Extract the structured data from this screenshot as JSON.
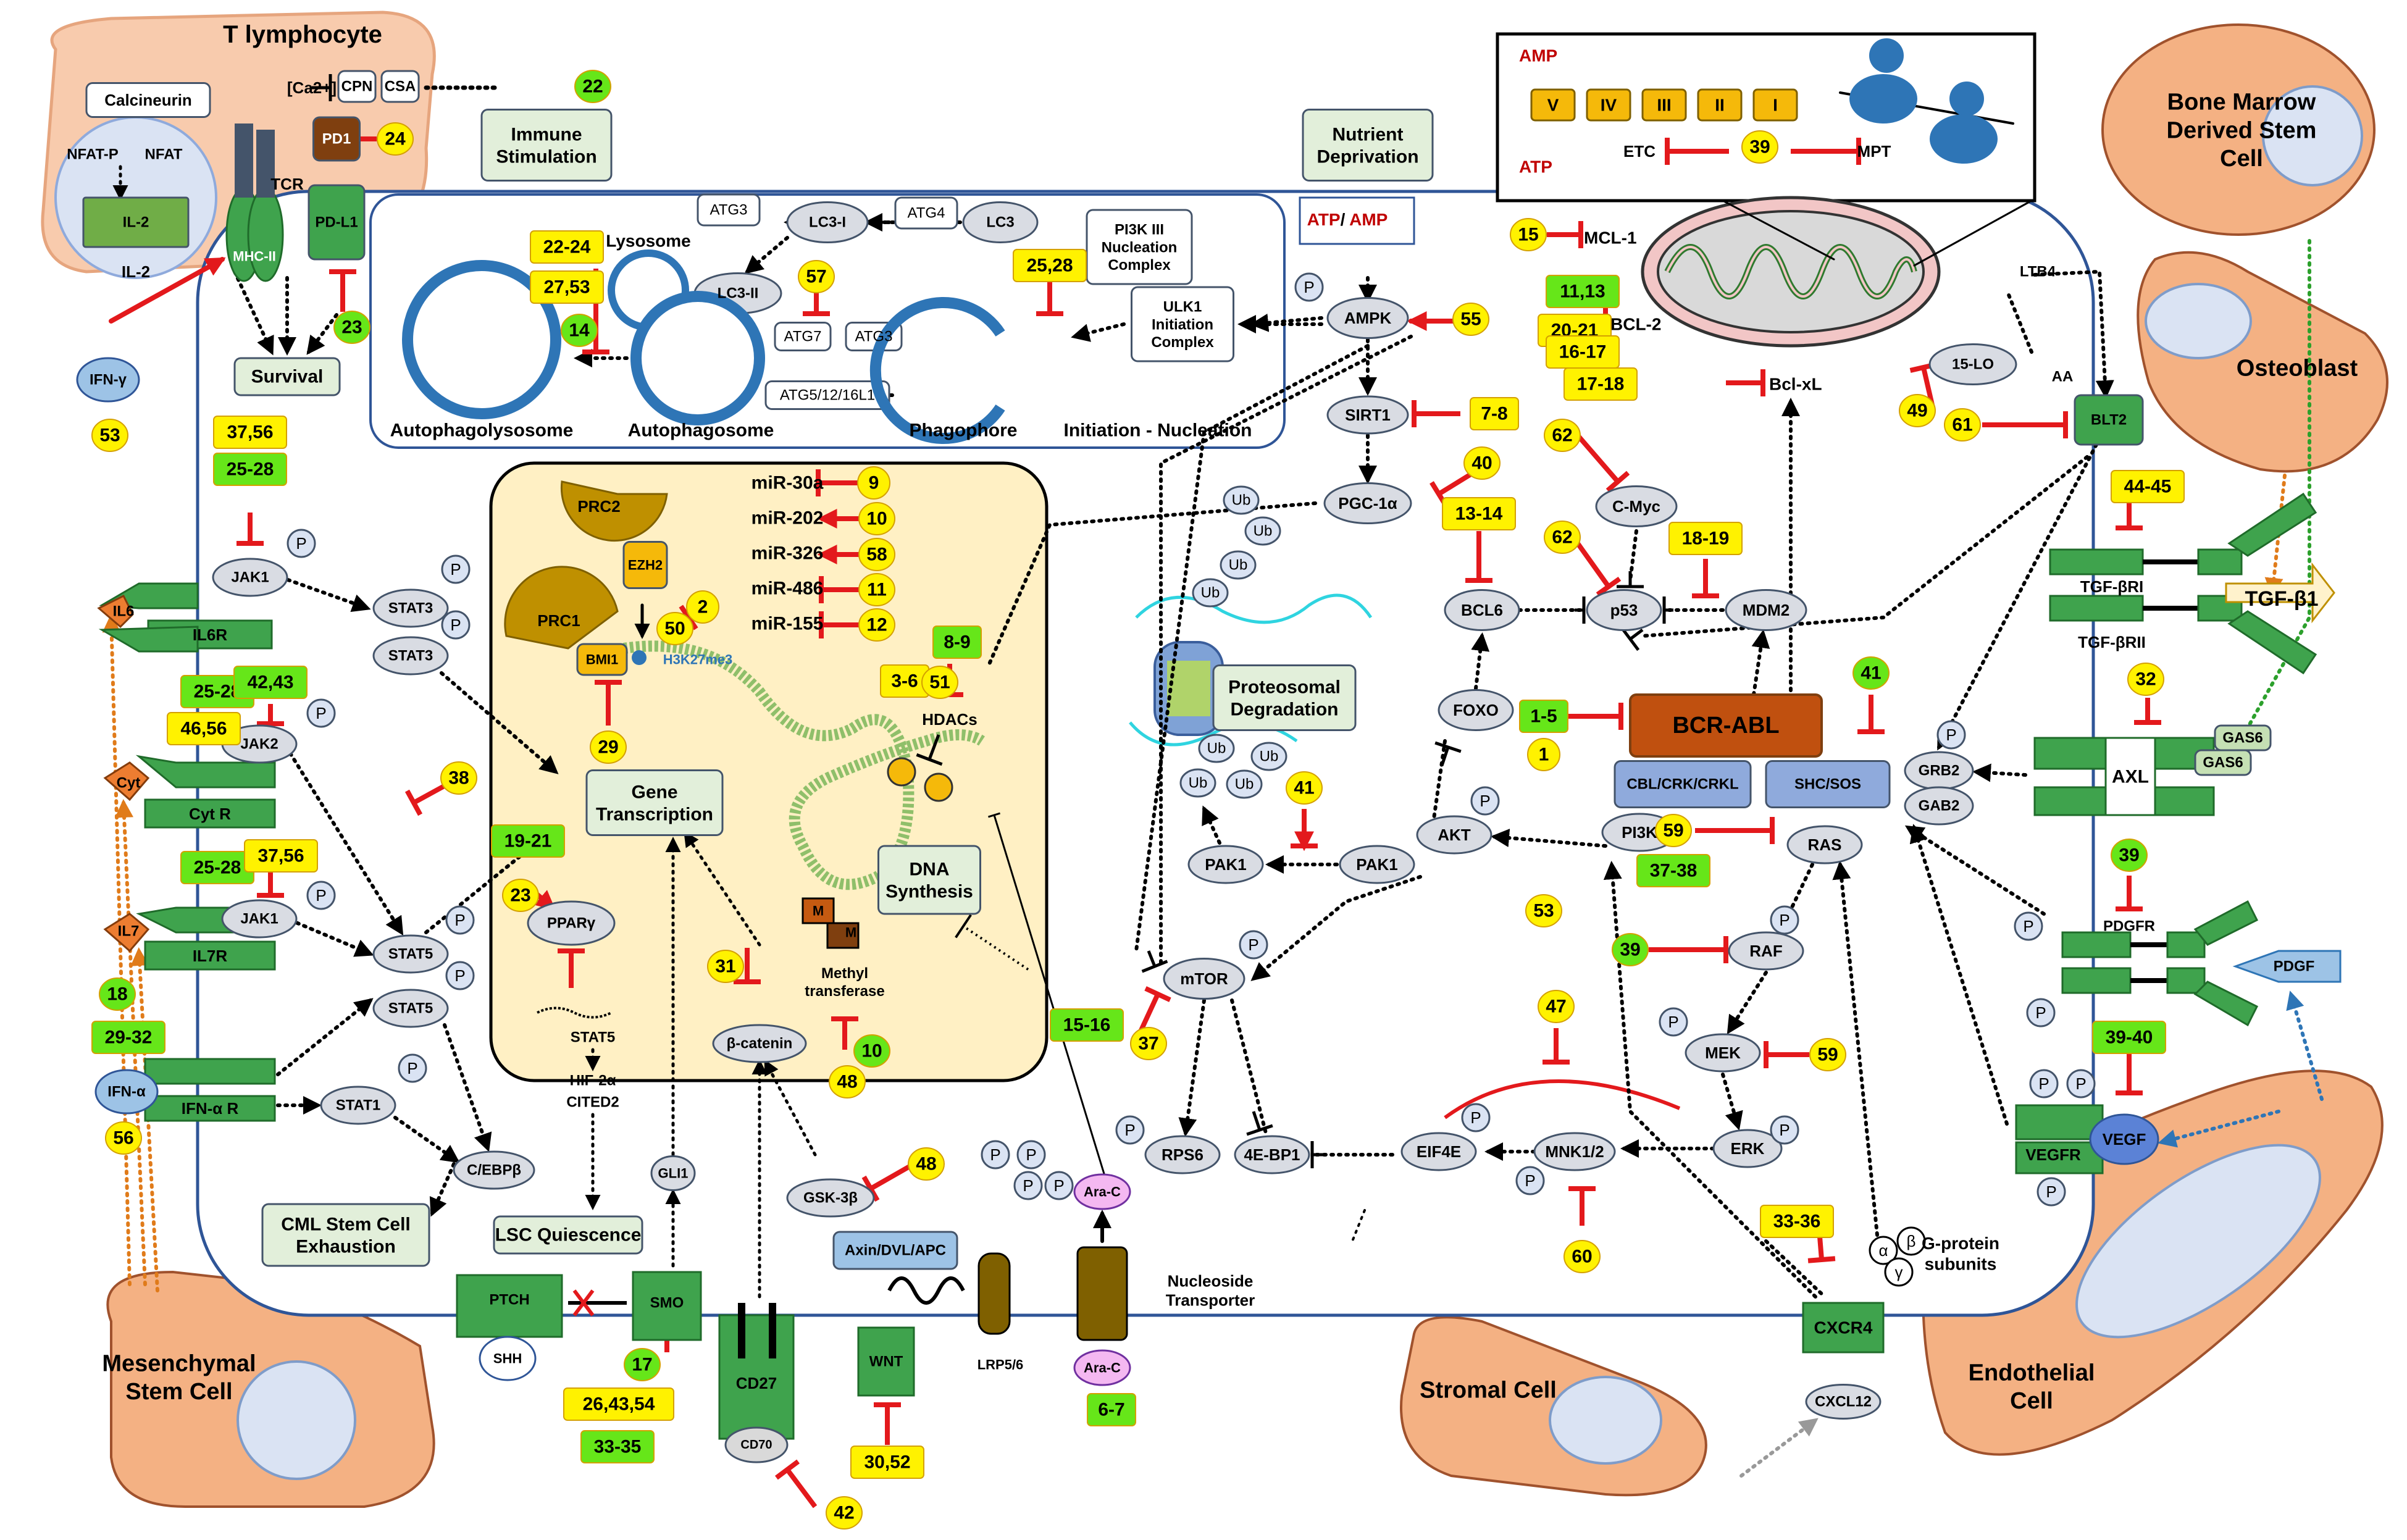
{
  "colors": {
    "inhibit": "#e3191c",
    "activate": "#e3191c",
    "receptor_green": "#3fa34d",
    "receptor_dark": "#1f6b2a",
    "protein_grey": "#d9dce3",
    "num_yellow": "#fff200",
    "num_green": "#66e619",
    "cell_outline": "#2f5597",
    "nucleus_fill": "#fff0c4",
    "external_cell": "#f4b183",
    "bcr_abl": "#c0500f",
    "adaptor_blue": "#8faadc",
    "label_green_box": "#e2efda"
  },
  "cells": {
    "t_lymphocyte": "T lymphocyte",
    "bone_marrow": "Bone Marrow Derived Stem Cell",
    "osteoblast": "Osteoblast",
    "mesenchymal": "Mesenchymal Stem Cell",
    "stromal": "Stromal Cell",
    "endothelial": "Endothelial Cell"
  },
  "tcell": {
    "calcineurin": "Calcineurin",
    "ca2": "[Ca2+]",
    "cpn": "CPN",
    "csa": "CSA",
    "nfatp": "NFAT-P",
    "nfat": "NFAT",
    "il2": "IL-2",
    "tcr": "TCR",
    "pd1": "PD1",
    "pdl1": "PD-L1",
    "mhc": "MHC-II"
  },
  "boxes": {
    "immune": "Immune Stimulation",
    "nutrient": "Nutrient Deprivation",
    "survival": "Survival",
    "gene_tx": "Gene Transcription",
    "dna_syn": "DNA Synthesis",
    "proteo": "Proteosomal Degradation",
    "cml_exh": "CML Stem Cell Exhaustion",
    "lsc": "LSC Quiescence"
  },
  "autophagy": {
    "atg3a": "ATG3",
    "lc3i": "LC3-I",
    "atg4": "ATG4",
    "lc3": "LC3",
    "pi3k3": "PI3K III Nucleation Complex",
    "lysosome": "Lysosome",
    "lc3ii": "LC3-II",
    "atg7": "ATG7",
    "atg3b": "ATG3",
    "atg5": "ATG5/12/16L1",
    "ulk1": "ULK1 Initiation Complex",
    "autolyso": "Autophagolysosome",
    "autophago": "Autophagosome",
    "phago": "Phagophore",
    "initiation": "Initiation - Nucleation"
  },
  "mito": {
    "amp": "AMP",
    "atp": "ATP",
    "complexes": [
      "V",
      "IV",
      "III",
      "II",
      "I"
    ],
    "etc": "ETC",
    "mpt": "MPT",
    "atp_amp_a": "ATP",
    "atp_amp_sep": "/ ",
    "atp_amp_b": "AMP"
  },
  "proteins": {
    "ampk": "AMPK",
    "mcl1": "MCL-1",
    "bcl2": "BCL-2",
    "bclxl": "Bcl-xL",
    "lo15": "15-LO",
    "ltb4": "LTB4",
    "aa": "AA",
    "blt2": "BLT2",
    "sirt1": "SIRT1",
    "pgc": "PGC-1α",
    "cmyc": "C-Myc",
    "bcl6": "BCL6",
    "p53": "p53",
    "mdm2": "MDM2",
    "foxo": "FOXO",
    "bcrabl": "BCR-ABL",
    "cbl": "CBL/CRK/CRKL",
    "shc": "SHC/SOS",
    "grb2": "GRB2",
    "gab2": "GAB2",
    "pi3k": "PI3K",
    "ras": "RAS",
    "raf": "RAF",
    "mek": "MEK",
    "erk": "ERK",
    "akt": "AKT",
    "pak1a": "PAK1",
    "pak1b": "PAK1",
    "mtor": "mTOR",
    "rps6": "RPS6",
    "ebp1": "4E-BP1",
    "eif4e": "EIF4E",
    "mnk": "MNK1/2",
    "tgfbri": "TGF-βRI",
    "tgfbrii": "TGF-βRII",
    "tgfb1": "TGF-β1",
    "axl": "AXL",
    "gas6a": "GAS6",
    "gas6b": "GAS6",
    "pdgfr": "PDGFR",
    "pdgf": "PDGF",
    "vegfr": "VEGFR",
    "vegf": "VEGF",
    "cxcr4": "CXCR4",
    "cxcl12": "CXCL12",
    "gprot": "G-protein subunits",
    "alpha": "α",
    "beta": "β",
    "gamma": "γ",
    "jak1a": "JAK1",
    "jak2": "JAK2",
    "jak1b": "JAK1",
    "stat3a": "STAT3",
    "stat3b": "STAT3",
    "stat5a": "STAT5",
    "stat5b": "STAT5",
    "stat1": "STAT1",
    "cebp": "C/EBPβ",
    "il6": "IL6",
    "il6r": "IL6R",
    "cyt": "Cyt",
    "cytr": "Cyt R",
    "il7": "IL7",
    "il7r": "IL7R",
    "ifna": "IFN-α",
    "ifnar": "IFN-α R",
    "ifng": "IFN-γ",
    "prc2": "PRC2",
    "ezh2": "EZH2",
    "prc1": "PRC1",
    "bmi1": "BMI1",
    "h3k": "H3K27me3",
    "hdac": "HDACs",
    "ppar": "PPARγ",
    "stat5n": "STAT5",
    "hif": "HIF-2α",
    "cited": "CITED2",
    "gli1": "GLI1",
    "bcat": "β-catenin",
    "mtrans": "Methyl transferase",
    "m1": "M",
    "m2": "M",
    "gsk": "GSK-3β",
    "axin": "Axin/DVL/APC",
    "ptch": "PTCH",
    "shh": "SHH",
    "smo": "SMO",
    "cd27": "CD27",
    "cd70": "CD70",
    "wnt": "WNT",
    "lrp": "LRP5/6",
    "arac1": "Ara-C",
    "arac2": "Ara-C",
    "nucleoside": "Nucleoside Transporter",
    "ub": "Ub",
    "p": "P"
  },
  "mirs": [
    "miR-30a",
    "miR-202",
    "miR-326",
    "miR-486",
    "miR-155"
  ],
  "num_badges": [
    {
      "t": "22",
      "c": "g"
    },
    {
      "t": "24",
      "c": "y"
    },
    {
      "t": "23",
      "c": "g"
    },
    {
      "t": "53",
      "c": "y"
    },
    {
      "t": "22-24",
      "c": "y"
    },
    {
      "t": "27,53",
      "c": "y"
    },
    {
      "t": "14",
      "c": "g"
    },
    {
      "t": "57",
      "c": "y"
    },
    {
      "t": "25,28",
      "c": "y"
    },
    {
      "t": "55",
      "c": "y"
    },
    {
      "t": "39",
      "c": "y"
    },
    {
      "t": "15",
      "c": "y"
    },
    {
      "t": "11,13",
      "c": "g"
    },
    {
      "t": "20-21",
      "c": "y"
    },
    {
      "t": "16-17",
      "c": "y"
    },
    {
      "t": "17-18",
      "c": "y"
    },
    {
      "t": "49",
      "c": "y"
    },
    {
      "t": "61",
      "c": "y"
    },
    {
      "t": "7-8",
      "c": "y"
    },
    {
      "t": "40",
      "c": "y"
    },
    {
      "t": "62",
      "c": "y"
    },
    {
      "t": "62",
      "c": "y"
    },
    {
      "t": "13-14",
      "c": "y"
    },
    {
      "t": "18-19",
      "c": "y"
    },
    {
      "t": "1-5",
      "c": "g"
    },
    {
      "t": "1",
      "c": "y"
    },
    {
      "t": "41",
      "c": "g"
    },
    {
      "t": "44-45",
      "c": "y"
    },
    {
      "t": "32",
      "c": "y"
    },
    {
      "t": "39",
      "c": "g"
    },
    {
      "t": "39-40",
      "c": "g"
    },
    {
      "t": "59",
      "c": "y"
    },
    {
      "t": "37-38",
      "c": "g"
    },
    {
      "t": "53",
      "c": "y"
    },
    {
      "t": "39",
      "c": "g"
    },
    {
      "t": "59",
      "c": "y"
    },
    {
      "t": "47",
      "c": "y"
    },
    {
      "t": "60",
      "c": "y"
    },
    {
      "t": "33-36",
      "c": "y"
    },
    {
      "t": "41",
      "c": "y"
    },
    {
      "t": "15-16",
      "c": "g"
    },
    {
      "t": "37",
      "c": "y"
    },
    {
      "t": "9",
      "c": "y"
    },
    {
      "t": "10",
      "c": "y"
    },
    {
      "t": "58",
      "c": "y"
    },
    {
      "t": "11",
      "c": "y"
    },
    {
      "t": "12",
      "c": "y"
    },
    {
      "t": "2",
      "c": "y"
    },
    {
      "t": "50",
      "c": "y"
    },
    {
      "t": "8-9",
      "c": "g"
    },
    {
      "t": "3-6",
      "c": "y"
    },
    {
      "t": "51",
      "c": "y"
    },
    {
      "t": "29",
      "c": "y"
    },
    {
      "t": "19-21",
      "c": "g"
    },
    {
      "t": "23",
      "c": "y"
    },
    {
      "t": "31",
      "c": "y"
    },
    {
      "t": "10",
      "c": "g"
    },
    {
      "t": "48",
      "c": "y"
    },
    {
      "t": "48",
      "c": "y"
    },
    {
      "t": "37,56",
      "c": "y"
    },
    {
      "t": "25-28",
      "c": "g"
    },
    {
      "t": "25-28",
      "c": "g"
    },
    {
      "t": "42,43",
      "c": "g"
    },
    {
      "t": "46,56",
      "c": "y"
    },
    {
      "t": "38",
      "c": "y"
    },
    {
      "t": "25-28",
      "c": "g"
    },
    {
      "t": "37,56",
      "c": "y"
    },
    {
      "t": "18",
      "c": "g"
    },
    {
      "t": "29-32",
      "c": "g"
    },
    {
      "t": "56",
      "c": "y"
    },
    {
      "t": "17",
      "c": "g"
    },
    {
      "t": "26,43,54",
      "c": "y"
    },
    {
      "t": "33-35",
      "c": "g"
    },
    {
      "t": "30,52",
      "c": "y"
    },
    {
      "t": "42",
      "c": "y"
    },
    {
      "t": "6-7",
      "c": "g"
    }
  ]
}
